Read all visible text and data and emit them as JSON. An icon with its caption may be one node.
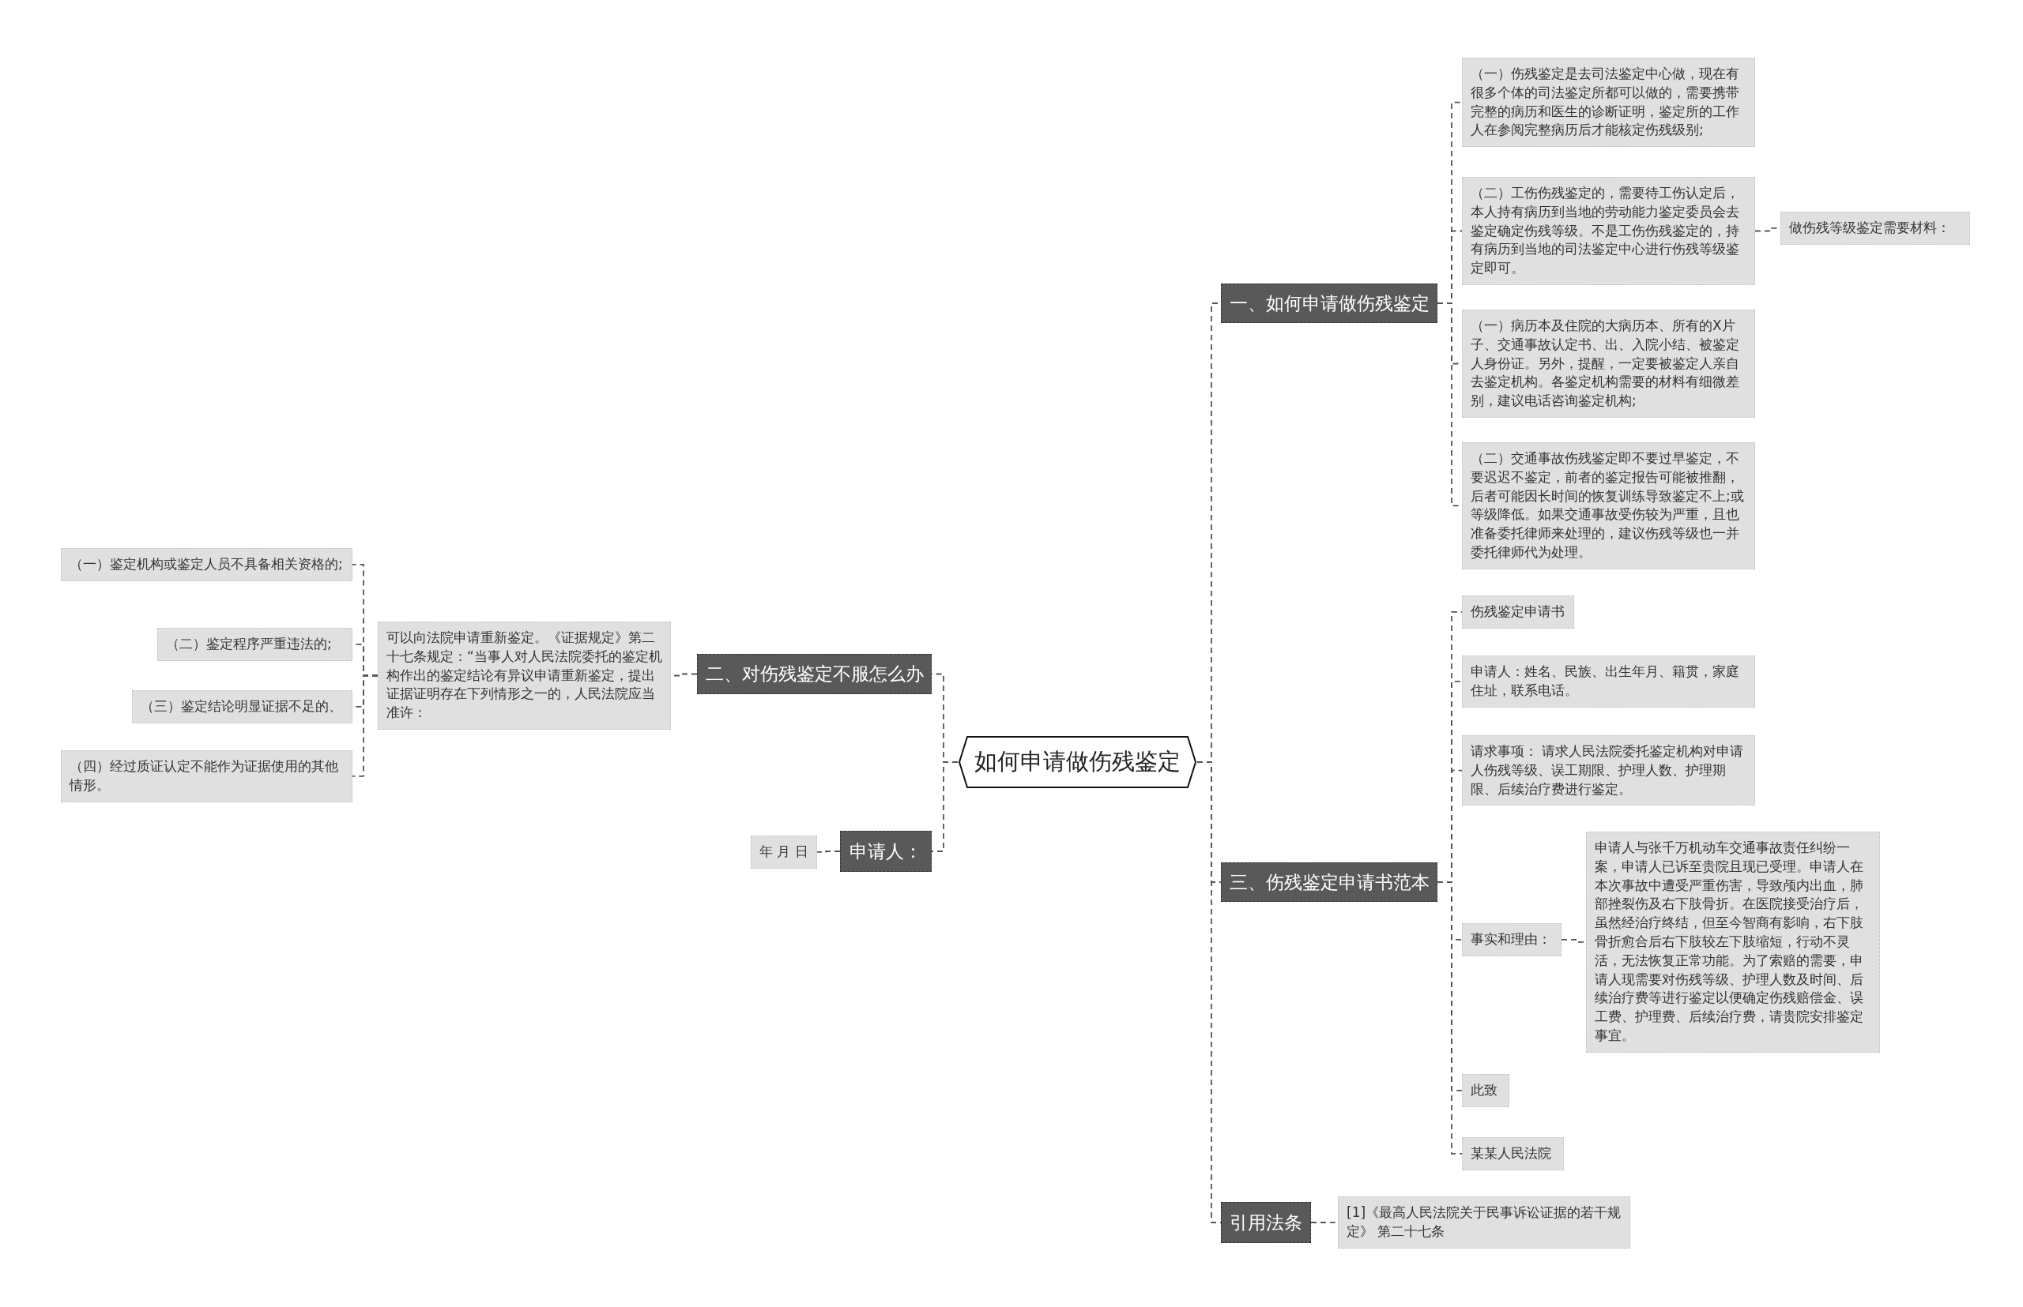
{
  "diagram": {
    "nodes": [
      {
        "text": [
          "如何申请做伤残鉴定"
        ]
      },
      {
        "text": [
          "一、如何申请做伤残鉴定"
        ]
      },
      {
        "text": [
          "（一）伤残鉴定是去司法鉴定中心做，现在有很多个体的司法鉴定所都可以做的，需要携带完整的病历和医生的诊断证明，鉴定所的工作人在参阅完整病历后才能核定伤残级别;"
        ]
      },
      {
        "text": [
          "（二）工伤伤残鉴定的，需要待工伤认定后，本人持有病历到当地的劳动能力鉴定委员会去鉴定确定伤残等级。不是工伤伤残鉴定的，持有病历到当地的司法鉴定中心进行伤残等级鉴定即可。"
        ]
      },
      {
        "text": [
          "做伤残等级鉴定需要材料："
        ]
      },
      {
        "text": [
          "（一）病历本及住院的大病历本、所有的X片子、交通事故认定书、出、入院小结、被鉴定人身份证。另外，提醒，一定要被鉴定人亲自去鉴定机构。各鉴定机构需要的材料有细微差别，建议电话咨询鉴定机构;"
        ]
      },
      {
        "text": [
          "（二）交通事故伤残鉴定即不要过早鉴定，不要迟迟不鉴定，前者的鉴定报告可能被推翻，后者可能因长时间的恢复训练导致鉴定不上;或等级降低。如果交通事故受伤较为严重，且也准备委托律师来处理的，建议伤残等级也一并委托律师代为处理。"
        ]
      },
      {
        "text": [
          "三、伤残鉴定申请书范本"
        ]
      },
      {
        "text": [
          "伤残鉴定申请书"
        ]
      },
      {
        "text": [
          "申请人：姓名、民族、出生年月、籍贯，家庭住址，联系电话。"
        ]
      },
      {
        "text": [
          "请求事项： 请求人民法院委托鉴定机构对申请人伤残等级、误工期限、护理人数、护理期限、后续治疗费进行鉴定。"
        ]
      },
      {
        "text": [
          "事实和理由："
        ]
      },
      {
        "text": [
          "申请人与张千万机动车交通事故责任纠纷一案，申请人已诉至贵院且现已受理。申请人在本次事故中遭受严重伤害，导致颅内出血，肺部挫裂伤及右下肢骨折。在医院接受治疗后，虽然经治疗终结，但至今智商有影响，右下肢骨折愈合后右下肢较左下肢缩短，行动不灵活，无法恢复正常功能。为了索赔的需要，申请人现需要对伤残等级、护理人数及时间、后续治疗费等进行鉴定以便确定伤残赔偿金、误工费、护理费、后续治疗费，请贵院安排鉴定事宜。"
        ]
      },
      {
        "text": [
          "此致"
        ]
      },
      {
        "text": [
          "某某人民法院"
        ]
      },
      {
        "text": [
          "引用法条"
        ]
      },
      {
        "text": [
          "[1]《最高人民法院关于民事诉讼证据的若干规定》 第二十七条"
        ]
      },
      {
        "text": [
          "二、对伤残鉴定不服怎么办"
        ]
      },
      {
        "text": [
          "可以向法院申请重新鉴定。《证据规定》第二十七条规定：“当事人对人民法院委托的鉴定机构作出的鉴定结论有异议申请重新鉴定，提出证据证明存在下列情形之一的，人民法院应当准许："
        ]
      },
      {
        "text": [
          "（一）鉴定机构或鉴定人员不具备相关资格的;"
        ]
      },
      {
        "text": [
          "（二）鉴定程序严重违法的;"
        ]
      },
      {
        "text": [
          "（三）鉴定结论明显证据不足的、"
        ]
      },
      {
        "text": [
          "（四）经过质证认定不能作为证据使用的其他情形。"
        ]
      },
      {
        "text": [
          "申请人："
        ]
      },
      {
        "text": [
          "年 月 日"
        ]
      }
    ],
    "edges": [
      {
        "from": 0,
        "to": 1,
        "arrow": "none",
        "style": "dashed"
      },
      {
        "from": 1,
        "to": 2,
        "arrow": "none",
        "style": "dashed"
      },
      {
        "from": 1,
        "to": 3,
        "arrow": "none",
        "style": "dashed"
      },
      {
        "from": 3,
        "to": 4,
        "arrow": "none",
        "style": "dashed"
      },
      {
        "from": 1,
        "to": 5,
        "arrow": "none",
        "style": "dashed"
      },
      {
        "from": 1,
        "to": 6,
        "arrow": "none",
        "style": "dashed"
      },
      {
        "from": 0,
        "to": 7,
        "arrow": "none",
        "style": "dashed"
      },
      {
        "from": 7,
        "to": 8,
        "arrow": "none",
        "style": "dashed"
      },
      {
        "from": 7,
        "to": 9,
        "arrow": "none",
        "style": "dashed"
      },
      {
        "from": 7,
        "to": 10,
        "arrow": "none",
        "style": "dashed"
      },
      {
        "from": 7,
        "to": 11,
        "arrow": "none",
        "style": "dashed"
      },
      {
        "from": 11,
        "to": 12,
        "arrow": "none",
        "style": "dashed"
      },
      {
        "from": 7,
        "to": 13,
        "arrow": "none",
        "style": "dashed"
      },
      {
        "from": 7,
        "to": 14,
        "arrow": "none",
        "style": "dashed"
      },
      {
        "from": 0,
        "to": 15,
        "arrow": "none",
        "style": "dashed"
      },
      {
        "from": 15,
        "to": 16,
        "arrow": "none",
        "style": "dashed"
      },
      {
        "from": 0,
        "to": 17,
        "arrow": "none",
        "style": "dashed"
      },
      {
        "from": 17,
        "to": 18,
        "arrow": "none",
        "style": "dashed"
      },
      {
        "from": 18,
        "to": 19,
        "arrow": "none",
        "style": "dashed"
      },
      {
        "from": 18,
        "to": 20,
        "arrow": "none",
        "style": "dashed"
      },
      {
        "from": 18,
        "to": 21,
        "arrow": "none",
        "style": "dashed"
      },
      {
        "from": 18,
        "to": 22,
        "arrow": "none",
        "style": "dashed"
      },
      {
        "from": 0,
        "to": 23,
        "arrow": "none",
        "style": "dashed"
      },
      {
        "from": 23,
        "to": 24,
        "arrow": "none",
        "style": "dashed"
      }
    ]
  }
}
